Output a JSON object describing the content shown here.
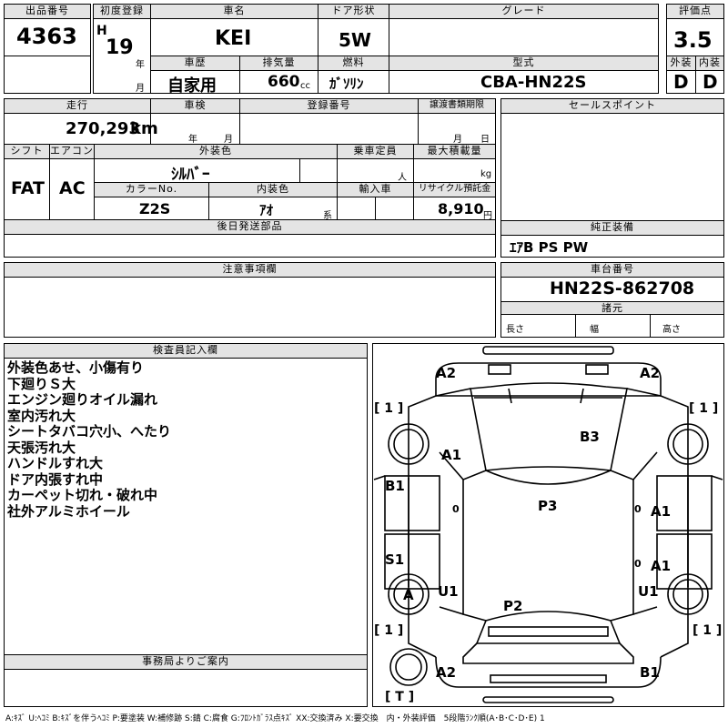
{
  "header": {
    "lot_label": "出品番号",
    "lot_number": "4363",
    "first_reg_label": "初度登録",
    "era": "H",
    "year": "19",
    "year_unit": "年",
    "month_unit": "月",
    "car_name_label": "車名",
    "car_name": "KEI",
    "door_label": "ドア形状",
    "door": "5W",
    "grade_label": "グレード",
    "grade": "",
    "score_label": "評価点",
    "score": "3.5",
    "history_label": "車歴",
    "history": "自家用",
    "displacement_label": "排気量",
    "displacement": "660",
    "displacement_unit": "cc",
    "fuel_label": "燃料",
    "fuel": "ｶﾞｿﾘﾝ",
    "model_label": "型式",
    "model": "CBA-HN22S",
    "exterior_label": "外装",
    "exterior_grade": "D",
    "interior_label": "内装",
    "interior_grade": "D"
  },
  "row2": {
    "mileage_label": "走行",
    "mileage": "270,293",
    "mileage_unit": "km",
    "inspection_label": "車検",
    "inspection_year_unit": "年",
    "inspection_month_unit": "月",
    "registration_label": "登録番号",
    "registration": "",
    "transfer_label": "譲渡書類期限",
    "transfer_month_unit": "月",
    "transfer_day_unit": "日",
    "sales_label": "セールスポイント",
    "sales": "",
    "shift_label": "シフト",
    "shift": "FAT",
    "ac_label": "エアコン",
    "ac": "AC",
    "color_label": "外装色",
    "color": "ｼﾙﾊﾞｰ",
    "capacity_label": "乗車定員",
    "capacity_unit": "人",
    "load_label": "最大積載量",
    "load_unit": "kg",
    "color_no_label": "カラーNo.",
    "color_no": "Z2S",
    "interior_color_label": "内装色",
    "interior_color": "ｱｵ",
    "interior_color_unit": "系",
    "import_label": "輸入車",
    "recycle_label": "リサイクル預託金",
    "recycle": "8,910",
    "recycle_unit": "円",
    "later_parts_label": "後日発送部品",
    "later_parts": "",
    "genuine_label": "純正装備",
    "genuine": "ｴｱB PS PW",
    "notes_label": "注意事項欄",
    "notes": "",
    "chassis_label": "車台番号",
    "chassis": "HN22S-862708",
    "specs_label": "諸元",
    "length_label": "長さ",
    "width_label": "幅",
    "height_label": "高さ"
  },
  "inspector": {
    "label": "検査員記入欄",
    "lines": [
      "外装色あせ、小傷有り",
      "下廻りＳ大",
      "エンジン廻りオイル漏れ",
      "室内汚れ大",
      "シートタバコ穴小、へたり",
      "天張汚れ大",
      "ハンドルすれ大",
      "ドア内張すれ中",
      "カーペット切れ・破れ中",
      "社外アルミホイール"
    ]
  },
  "office": {
    "label": "事務局よりご案内",
    "text": ""
  },
  "diagram": {
    "marks": {
      "a2_front_left": "A2",
      "a2_front_right": "A2",
      "b3": "B3",
      "a1_left": "A1",
      "b1_left": "B1",
      "zero_left": "0",
      "p3": "P3",
      "zero_right": "0",
      "a1_right_1": "A1",
      "s1": "S1",
      "zero_right_2": "0",
      "a1_right_2": "A1",
      "wheel_a": "A",
      "u1_left": "U1",
      "u1_right": "U1",
      "p2": "P2",
      "a2_rear": "A2",
      "b1_rear": "B1"
    },
    "tires": {
      "fl": "[ 1 ]",
      "fr": "[ 1 ]",
      "rl": "[ 1 ]",
      "rr": "[ 1 ]",
      "spare": "[ T ]"
    }
  },
  "legend": "A:ｷｽﾞ U:ﾍｺﾐ B:ｷｽﾞを伴うﾍｺﾐ P:要塗装 W:補修跡 S:錆 C:腐食 G:ﾌﾛﾝﾄｶﾞﾗｽ点ｷｽﾞ XX:交換済み X:要交換　内・外装評価　5段階ﾗﾝｸ順(A･B･C･D･E) 1"
}
